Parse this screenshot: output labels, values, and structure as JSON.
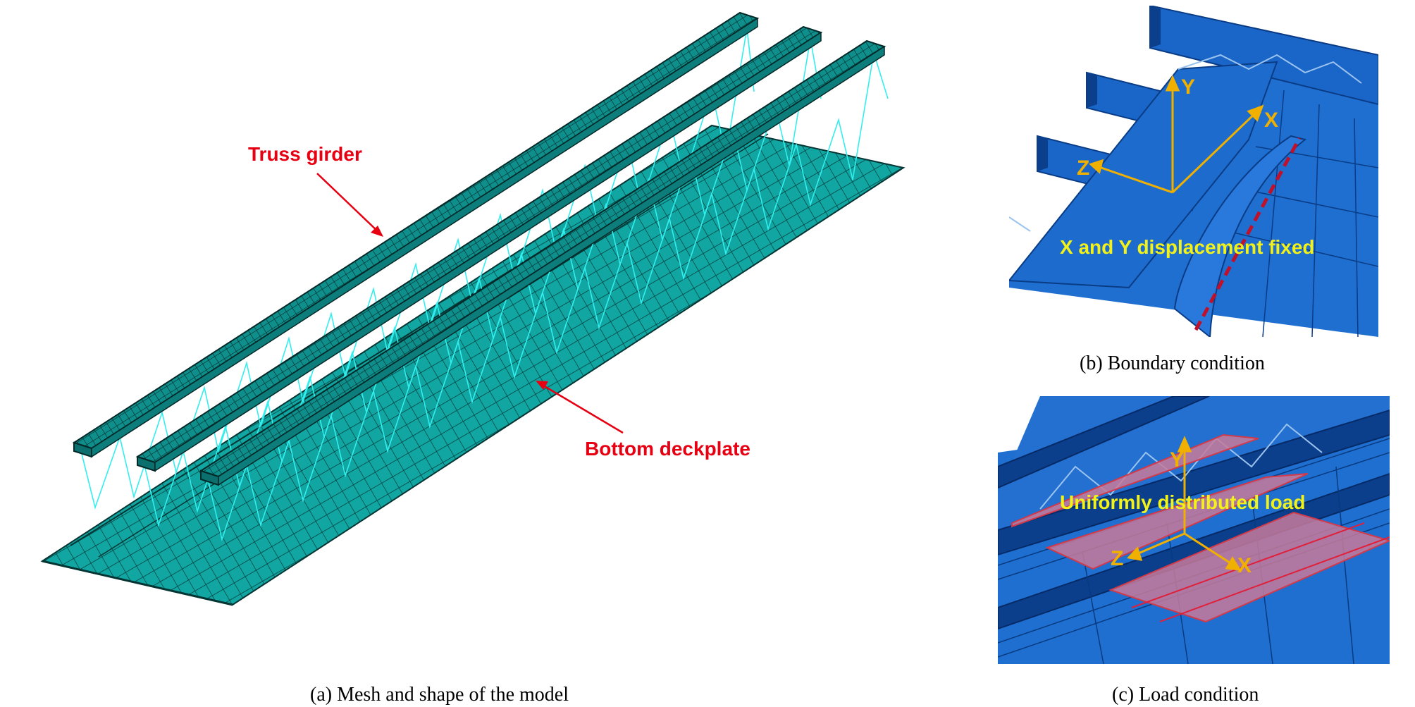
{
  "panel_a": {
    "label_truss": "Truss girder",
    "label_deck": "Bottom deckplate",
    "caption": "(a) Mesh and shape of the model"
  },
  "panel_b": {
    "axis_y": "Y",
    "axis_x": "X",
    "axis_z": "Z",
    "annotation": "X and Y  displacement fixed",
    "caption": "(b) Boundary condition"
  },
  "panel_c": {
    "axis_y": "Y",
    "axis_x": "X",
    "axis_z": "Z",
    "annotation": "Uniformly distributed load",
    "caption": "(c) Load condition"
  },
  "colors": {
    "mesh_fill": "#0f8f8c",
    "mesh_line": "#00ffff",
    "model_blue": "#1e6fd2",
    "dark_blue": "#0b3f8c",
    "label_red": "#e60012",
    "label_yellow": "#f2f21a",
    "axis_orange": "#f0b000",
    "load_pink": "#c87a9a"
  }
}
